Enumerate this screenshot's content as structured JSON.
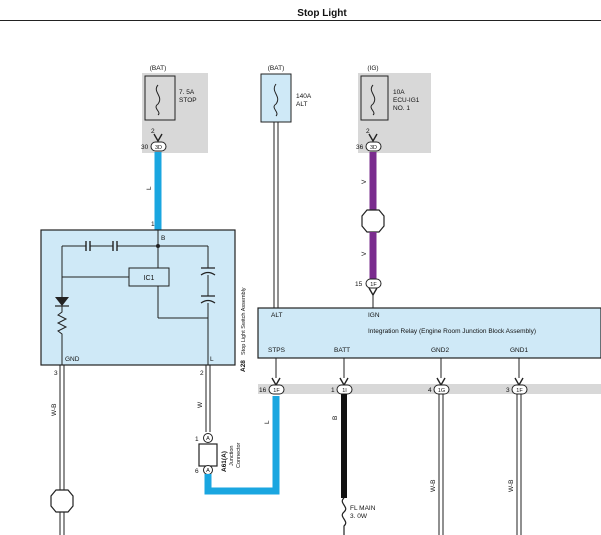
{
  "title": "Stop Light",
  "colors": {
    "fuse_box_gray": "#d8d8d8",
    "component_fill": "#cfe9f7",
    "wire_blue": "#1aa6e0",
    "wire_purple": "#7a2c8e",
    "wire_black": "#111111"
  },
  "fuses": [
    {
      "supply": "(BAT)",
      "name_line1": "7. 5A",
      "name_line2": "STOP",
      "name_line3": "",
      "pin": "2",
      "terminal": "3D",
      "terminal_pin": "30"
    },
    {
      "supply": "(BAT)",
      "name_line1": "140A",
      "name_line2": "ALT",
      "name_line3": "",
      "pin": "",
      "terminal": "",
      "terminal_pin": ""
    },
    {
      "supply": "(IG)",
      "name_line1": "10A",
      "name_line2": "ECU-IG1",
      "name_line3": "NO. 1",
      "pin": "2",
      "terminal": "3D",
      "terminal_pin": "36"
    }
  ],
  "wire_labels": {
    "stop_feed": "L",
    "ign_feed": "V",
    "ign_feed_lower": "V",
    "gnd_out": "W-B",
    "l_out": "W",
    "stps_wire": "L",
    "batt_wire": "B",
    "gnd2_wire": "W-B",
    "gnd1_wire": "W-B"
  },
  "switch": {
    "pin_top": "1",
    "pin_b": "B",
    "ic_label": "IC1",
    "gnd_label": "GND",
    "l_label": "L",
    "pin_gnd": "3",
    "pin_l": "2",
    "code": "A28",
    "name": "Stop Light Switch Assembly"
  },
  "connector": {
    "code": "A61(A)",
    "name_line1": "Junction",
    "name_line2": "Connector",
    "pin1": "1",
    "pin2": "6",
    "letter": "A"
  },
  "relay": {
    "name": "Integration Relay (Engine Room Junction Block Assembly)",
    "top_alt": "ALT",
    "top_ign": "IGN",
    "bottom_labels": [
      "STPS",
      "BATT",
      "GND2",
      "GND1"
    ],
    "ign_pin": "15",
    "ign_terminal": "1F",
    "bottom_pins": [
      {
        "pin": "16",
        "terminal": "1F"
      },
      {
        "pin": "1",
        "terminal": "1I"
      },
      {
        "pin": "4",
        "terminal": "1G"
      },
      {
        "pin": "3",
        "terminal": "1F"
      }
    ]
  },
  "fl_main": {
    "line1": "FL MAIN",
    "line2": "3. 0W"
  }
}
